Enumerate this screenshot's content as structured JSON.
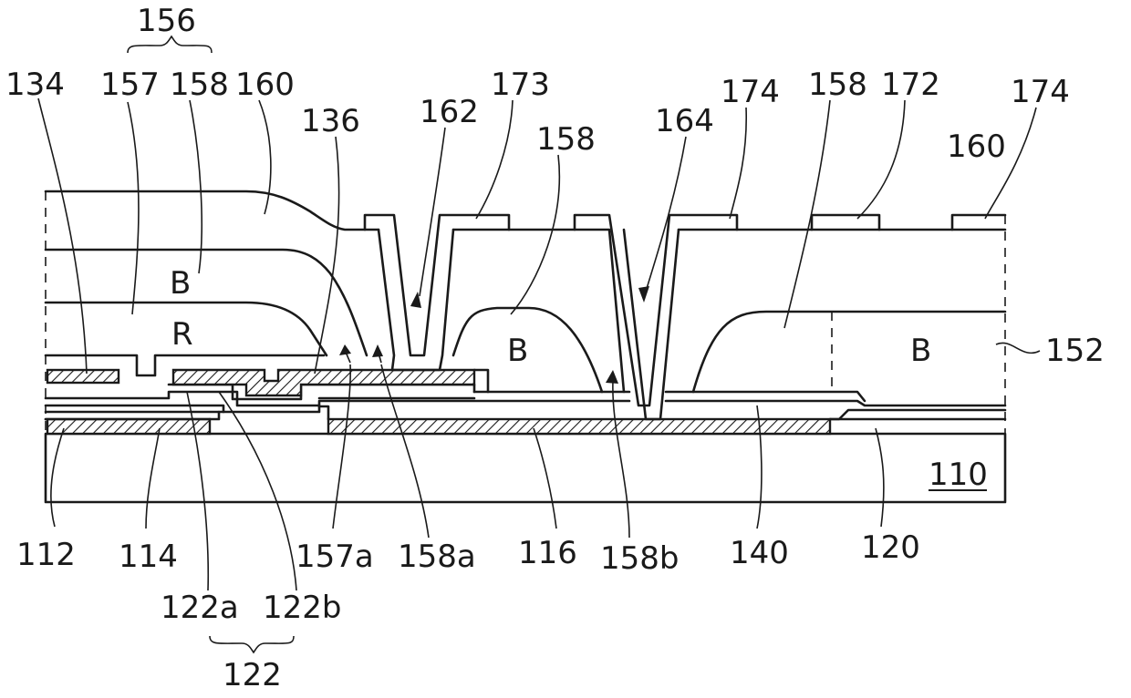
{
  "labels": {
    "top": {
      "l156": "156",
      "l134": "134",
      "l157": "157",
      "l158a_top": "158",
      "l160_left": "160",
      "l136": "136",
      "l162": "162",
      "l173": "173",
      "l158_mid": "158",
      "l164": "164",
      "l174_left": "174",
      "l158_right": "158",
      "l172": "172",
      "l174_right": "174",
      "l160_right": "160",
      "l152": "152"
    },
    "inner": {
      "B1": "B",
      "R": "R",
      "B2": "B",
      "B3": "B",
      "l110": "110"
    },
    "bottom": {
      "l112": "112",
      "l114": "114",
      "l122a": "122a",
      "l122b": "122b",
      "l157a": "157a",
      "l158a": "158a",
      "l116": "116",
      "l158b": "158b",
      "l140": "140",
      "l120": "120",
      "l122": "122"
    }
  },
  "colors": {
    "stroke": "#1a1a1a",
    "background": "#ffffff"
  }
}
